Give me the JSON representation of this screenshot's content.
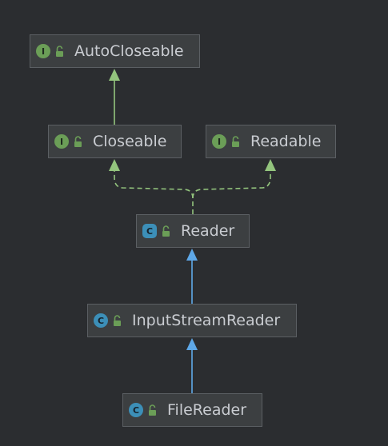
{
  "diagram": {
    "nodes": [
      {
        "id": "autocloseable",
        "label": "AutoCloseable",
        "kind": "interface",
        "badge": "I",
        "visibility_icon": "unlocked-lock-icon"
      },
      {
        "id": "closeable",
        "label": "Closeable",
        "kind": "interface",
        "badge": "I",
        "visibility_icon": "unlocked-lock-icon"
      },
      {
        "id": "readable",
        "label": "Readable",
        "kind": "interface",
        "badge": "I",
        "visibility_icon": "unlocked-lock-icon"
      },
      {
        "id": "reader",
        "label": "Reader",
        "kind": "abstract-class",
        "badge": "C",
        "visibility_icon": "unlocked-lock-icon"
      },
      {
        "id": "inputstreamreader",
        "label": "InputStreamReader",
        "kind": "class",
        "badge": "C",
        "visibility_icon": "unlocked-lock-icon"
      },
      {
        "id": "filereader",
        "label": "FileReader",
        "kind": "class",
        "badge": "C",
        "visibility_icon": "unlocked-lock-icon"
      }
    ],
    "edges": [
      {
        "from": "closeable",
        "to": "autocloseable",
        "type": "extends-interface"
      },
      {
        "from": "reader",
        "to": "closeable",
        "type": "implements"
      },
      {
        "from": "reader",
        "to": "readable",
        "type": "implements"
      },
      {
        "from": "inputstreamreader",
        "to": "reader",
        "type": "extends"
      },
      {
        "from": "filereader",
        "to": "inputstreamreader",
        "type": "extends"
      }
    ],
    "colors": {
      "background": "#2b2d30",
      "node_fill": "#3c3f41",
      "node_border": "#5b5f63",
      "label_text": "#c9ccd1",
      "interface_badge": "#6b9e57",
      "class_badge": "#3c8fb8",
      "lock_icon": "#6b9e57",
      "interface_edge": "#93c47d",
      "class_edge": "#5ea8e8"
    }
  }
}
